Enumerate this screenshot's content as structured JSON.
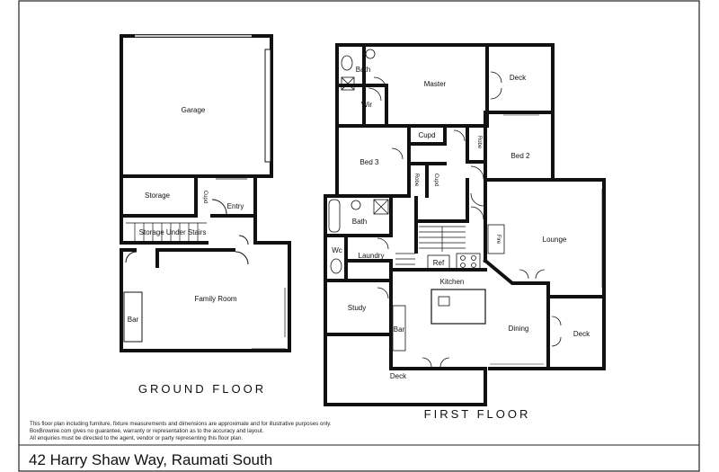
{
  "floors": {
    "ground": "GROUND FLOOR",
    "first": "FIRST FLOOR"
  },
  "rooms": {
    "garage": "Garage",
    "storage": "Storage",
    "cupd_ground": "Cupd",
    "entry": "Entry",
    "storage_under_stairs": "Storage Under Stairs",
    "family_room": "Family Room",
    "bar_ground": "Bar",
    "bath_top": "Bath",
    "wir": "Wir",
    "master": "Master",
    "deck_top": "Deck",
    "cupd_hall": "Cupd",
    "robe_right": "Robe",
    "bed2": "Bed 2",
    "bed3": "Bed 3",
    "robe_bed3": "Robe",
    "cupd_bed3": "Cupd",
    "bath_mid": "Bath",
    "wc": "Wc",
    "laundry": "Laundry",
    "fire": "Fire",
    "lounge": "Lounge",
    "ref": "Ref",
    "kitchen": "Kitchen",
    "study": "Study",
    "bar_first": "Bar",
    "dining": "Dining",
    "deck_right": "Deck",
    "deck_bottom": "Deck"
  },
  "disclaimer": [
    "This floor plan including furniture, fixture measurements and dimensions are approximate and for illustrative purposes only.",
    "BoxBrownie.com gives no guarantee, warranty or representation as to the accuracy and layout.",
    "All enquiries must be directed to the agent, vendor or party representing this floor plan."
  ],
  "address": "42 Harry Shaw Way, Raumati South"
}
